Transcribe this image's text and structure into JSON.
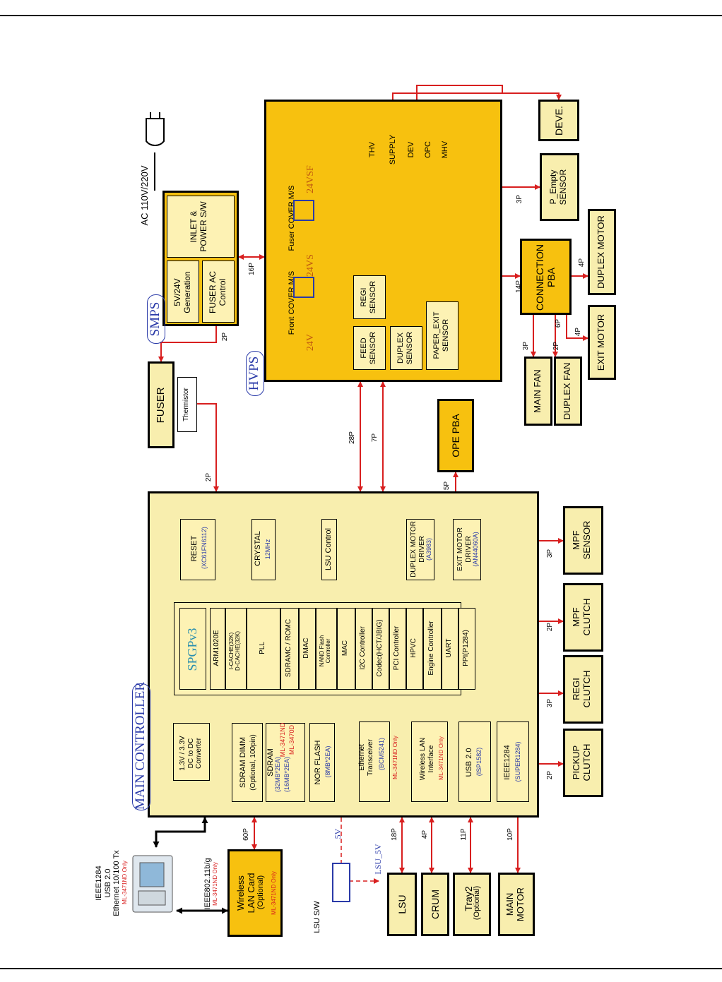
{
  "power": {
    "ac_label": "AC 110V/220V"
  },
  "smps": {
    "label": "SMPS",
    "inlet": "INLET &\nPOWER S/W",
    "generation": "5V/24V\nGeneration",
    "fuser_ac": "FUSER AC\nControl"
  },
  "hvps": {
    "label": "HVPS",
    "front_cover": "Front COVER M/S",
    "fuser_cover": "Fuser COVER M/S",
    "v24": "24V",
    "v24vs": "24VS",
    "v24vsf": "24VSF",
    "outputs": [
      "THV",
      "SUPPLY",
      "DEV",
      "OPC",
      "MHV"
    ],
    "feed": "FEED\nSENSOR",
    "regi": "REGI\nSENSOR",
    "duplex": "DUPLEX\nSENSOR",
    "paper_exit": "PAPER_EXIT\nSENSOR"
  },
  "right_units": {
    "deve": "DEVE.",
    "p_empty": "P_Empty\nSENSOR",
    "duplex_motor": "DUPLEX MOTOR",
    "connection": "CONNECTION\nPBA",
    "exit_motor": "EXIT MOTOR",
    "main_fan": "MAIN FAN",
    "duplex_fan": "DUPLEX FAN",
    "ope": "OPE PBA"
  },
  "fuser": {
    "label": "FUSER",
    "thermistor": "Thermistor"
  },
  "main": {
    "label": "MAIN CONTROLLER",
    "reset": "RESET",
    "reset_part": "(XC61FN6112)",
    "crystal": "CRYSTAL",
    "crystal_freq": "12MHz",
    "lsu_control": "LSU Control",
    "duplex_driver": "DUPLEX MOTOR\nDRIVER",
    "duplex_driver_part": "(A3983)",
    "exit_driver": "EXIT MOTOR\nDRIVER",
    "exit_driver_part": "(AN44060A)",
    "soc": "SPGPv3",
    "soc_blocks": [
      "ARM1020E",
      "I-CACHE(32K)\nD-CACHE(32K)",
      "PLL",
      "SDRAMC / ROMC",
      "DMAC",
      "NAND Flash\nController",
      "MAC",
      "I2C Controller",
      "Codec(HCT/JBIG)",
      "PCI Controller",
      "HPVC",
      "Engine Controller",
      "UART",
      "PPI(P1284)"
    ],
    "converter": "1.3V / 3.3V\nDC to DC\nConverter",
    "sdram_dimm": "SDRAM DIMM",
    "sdram_dimm_sub": "(Optional, 100pin)",
    "sdram": "SDRAM",
    "sdram_a": "(32MB*2EA)",
    "sdram_a_model": "ML-3471ND",
    "sdram_b": "(16MB*2EA)",
    "sdram_b_model": "ML-3470D",
    "nor": "NOR FLASH",
    "nor_sub": "(8MB*2EA)",
    "ethernet": "Ethernet\nTransceiver",
    "ethernet_part": "(BCM5241)",
    "ethernet_note": "ML-3471ND Only",
    "wlan_if": "Wireless LAN\nInterface",
    "wlan_if_note": "ML-3471ND Only",
    "usb": "USB 2.0",
    "usb_part": "(ISP1582)",
    "ieee": "IEEE1284",
    "ieee_part": "(SUPER1284)"
  },
  "left_side": {
    "mpf_sensor": "MPF\nSENSOR",
    "mpf_clutch": "MPF\nCLUTCH",
    "regi_clutch": "REGI\nCLUTCH",
    "pickup_clutch": "PICKUP\nCLUTCH"
  },
  "bottom": {
    "pc_iface": "IEEE1284\nUSB 2.0\nEthernet 10/100 Tx",
    "pc_note": "ML-3471ND Only",
    "wifi_std": "IEEE802.11b/g",
    "wifi_note": "ML-3471ND Only",
    "wlan_card": "Wireless\nLAN Card",
    "wlan_opt": "(Optional)",
    "wlan_card_note": "ML-3471ND Only",
    "lsu_sw": "LSU S/W",
    "v5": "5V",
    "lsu_5v": "LSU_5V",
    "lsu": "LSU",
    "crum": "CRUM",
    "tray2": "Tray2",
    "tray2_opt": "(Optional)",
    "main_motor": "MAIN\nMOTOR"
  },
  "pins": {
    "p16": "16P",
    "p2_smps": "2P",
    "p2_fuser": "2P",
    "p28": "28P",
    "p7": "7P",
    "p5": "5P",
    "p3_pe": "3P",
    "p14": "14P",
    "p4_dm": "4P",
    "p3_mf": "3P",
    "p2_df": "2P",
    "p6": "6P",
    "p4_em": "4P",
    "p3_mpfs": "3P",
    "p2_mpfc": "2P",
    "p3_regi": "3P",
    "p2_pick": "2P",
    "p60": "60P",
    "p18": "18P",
    "p4_crum": "4P",
    "p11": "11P",
    "p10": "10P"
  },
  "colors": {
    "fill_light": "#f8eeae",
    "fill_dark": "#f7c10f",
    "wire_red": "#d81f1f",
    "wire_blue": "#2a3aa8"
  }
}
